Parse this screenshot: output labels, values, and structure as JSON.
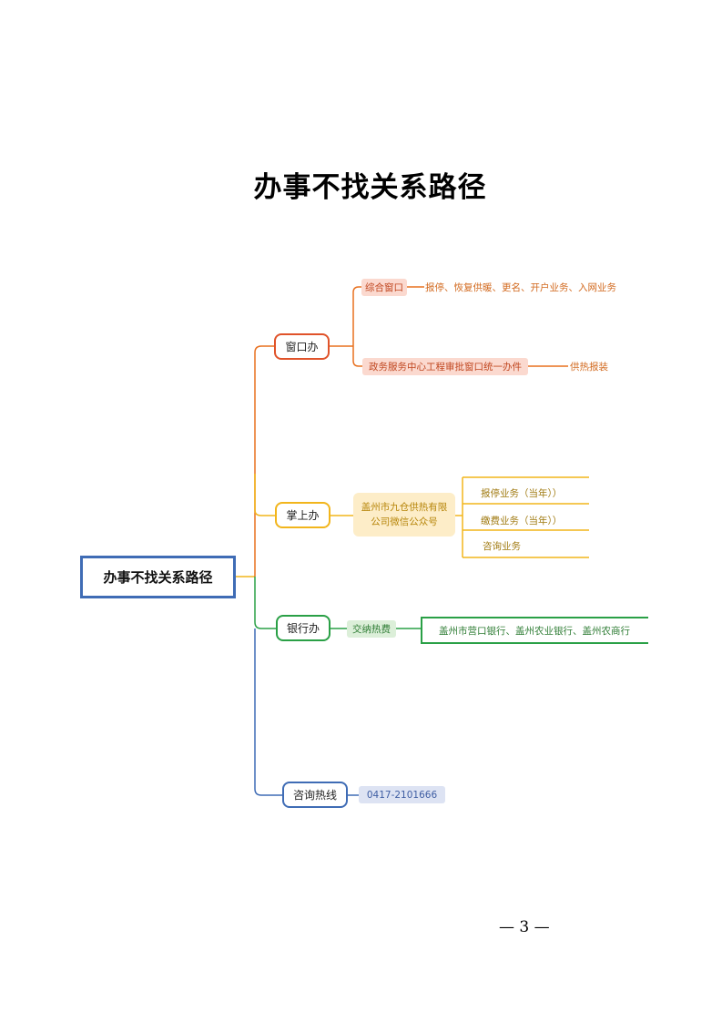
{
  "title": "办事不找关系路径",
  "root": "办事不找关系路径",
  "colors": {
    "red": "#e0532a",
    "orange": "#e8701f",
    "yellow": "#f2b51c",
    "green": "#2aa046",
    "blue": "#3f6cb5"
  },
  "branches": {
    "window": {
      "label": "窗口办",
      "children": [
        {
          "label": "综合窗口",
          "detail": "报停、恢复供暖、更名、开户业务、入网业务"
        },
        {
          "label": "政务服务中心工程审批窗口统一办件",
          "detail": "供热报装"
        }
      ]
    },
    "mobile": {
      "label": "掌上办",
      "child": "盖州市九仓供热有限公司微信公众号",
      "items": [
        "报停业务（当年））",
        "缴费业务（当年））",
        "咨询业务"
      ]
    },
    "bank": {
      "label": "银行办",
      "child": "交纳热费",
      "detail": "盖州市营口银行、盖州农业银行、盖州农商行"
    },
    "hotline": {
      "label": "咨询热线",
      "number": "0417-2101666"
    }
  },
  "page_number": "— 3 —"
}
